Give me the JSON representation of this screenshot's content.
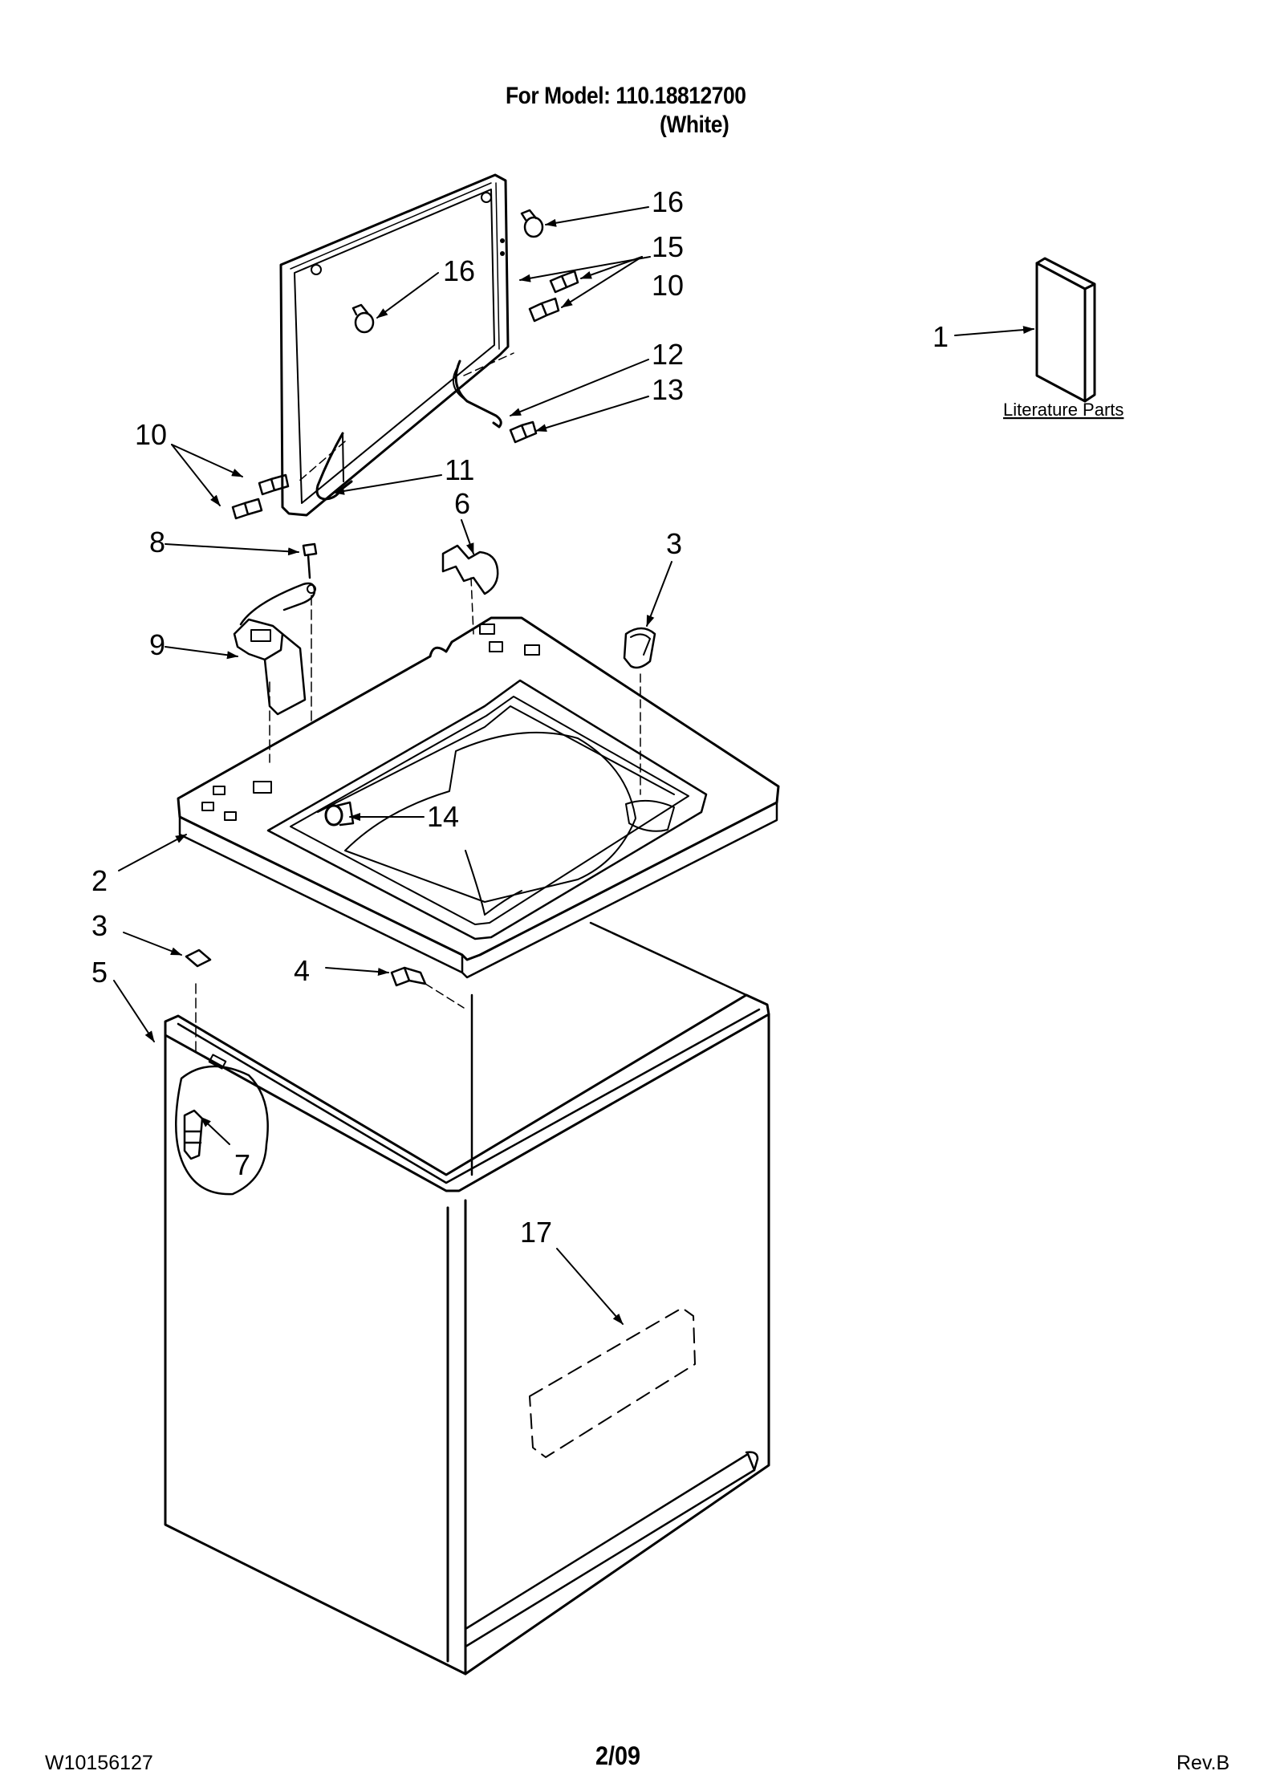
{
  "header": {
    "model_line": "For Model: 110.18812700",
    "color_line": "(White)"
  },
  "literature": {
    "caption": "Literature Parts"
  },
  "callouts": [
    "16",
    "15",
    "16",
    "10",
    "12",
    "13",
    "10",
    "11",
    "6",
    "8",
    "3",
    "9",
    "14",
    "2",
    "3",
    "5",
    "4",
    "7",
    "17",
    "1"
  ],
  "footer": {
    "doc_number": "W10156127",
    "page": "2/09",
    "revision": "Rev.B"
  }
}
